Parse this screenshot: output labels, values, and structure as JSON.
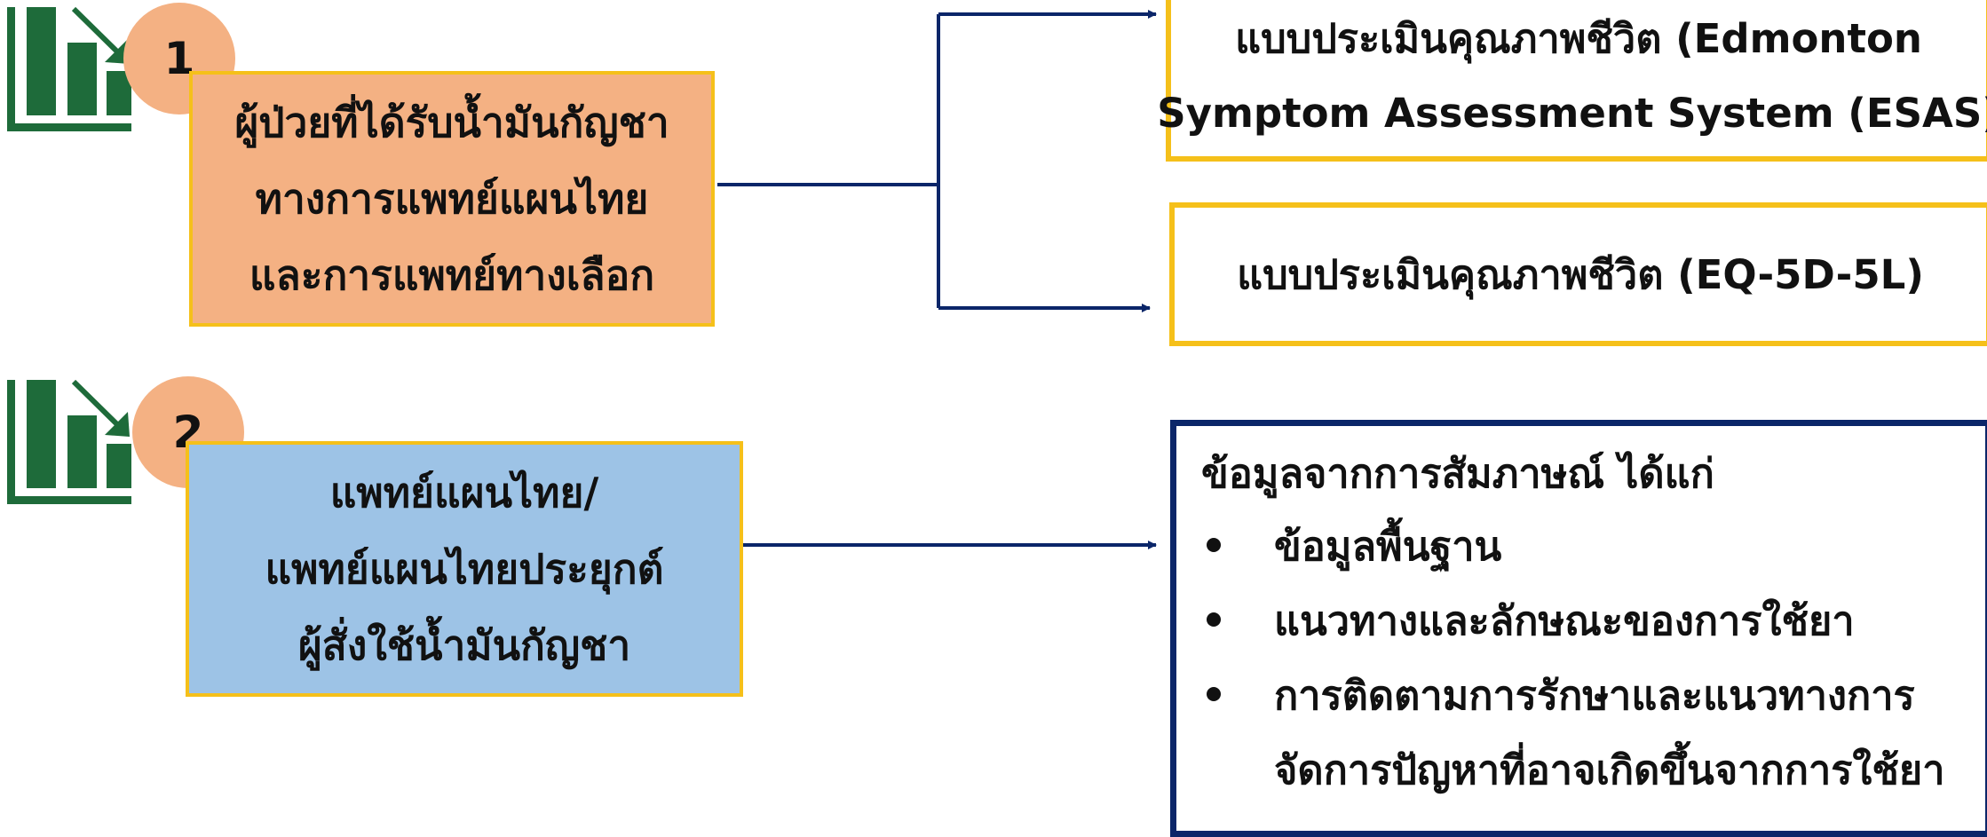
{
  "colors": {
    "icon_green": "#1e6b3a",
    "badge_orange": "#f4b183",
    "box1_fill": "#f4b183",
    "box2_fill": "#9dc3e6",
    "border_gold": "#f5c01a",
    "navy": "#0b2669"
  },
  "items": [
    {
      "number": "1",
      "icon": "bar-chart-down-arrow-icon",
      "lines": [
        "ผู้ป่วยที่ได้รับน้ำมันกัญชา",
        "ทางการแพทย์แผนไทย",
        "และการแพทย์ทางเลือก"
      ]
    },
    {
      "number": "2",
      "icon": "bar-chart-down-arrow-icon",
      "lines": [
        "แพทย์แผนไทย/",
        "แพทย์แผนไทยประยุกต์",
        "ผู้สั่งใช้น้ำมันกัญชา"
      ]
    }
  ],
  "outputs": {
    "esas": [
      "แบบประเมินคุณภาพชีวิต (Edmonton",
      "Symptom Assessment System (ESAS)"
    ],
    "eq5d": "แบบประเมินคุณภาพชีวิต (EQ-5D-5L)",
    "interview": {
      "heading": "ข้อมูลจากการสัมภาษณ์ ได้แก่",
      "bullets": [
        [
          "ข้อมูลพื้นฐาน"
        ],
        [
          "แนวทางและลักษณะของการใช้ยา"
        ],
        [
          "การติดตามการรักษาและแนวทางการ",
          "จัดการปัญหาที่อาจเกิดขึ้นจากการใช้ยา"
        ]
      ]
    }
  }
}
